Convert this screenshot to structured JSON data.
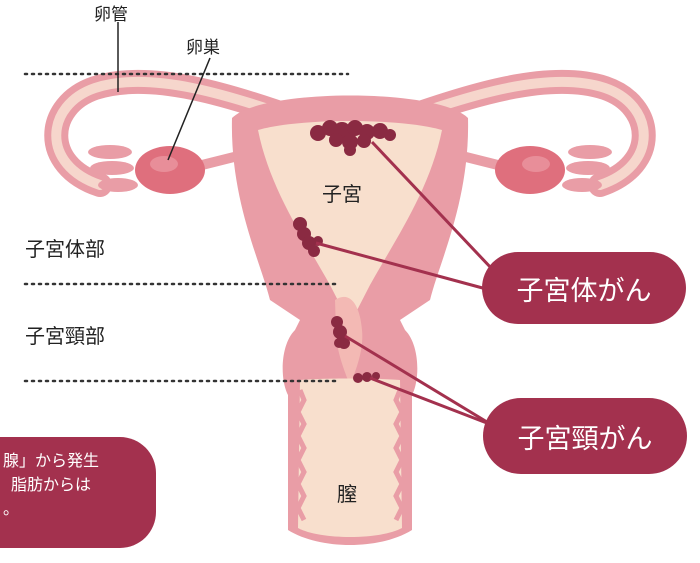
{
  "labels": {
    "fallopian_tube": "卵管",
    "ovary": "卵巣",
    "uterus": "子宮",
    "uterine_body": "子宮体部",
    "cervix": "子宮頸部",
    "vagina": "膣"
  },
  "callouts": {
    "endometrial_cancer": "子宮体がん",
    "cervical_cancer": "子宮頸がん"
  },
  "info_box": {
    "lines": [
      "腺」から発生",
      "脂肪からは",
      "。"
    ]
  },
  "colors": {
    "callout_fill": "#a3314e",
    "organ_muscle": "#e99da6",
    "organ_inner": "#f8dfcd",
    "tumor": "#8a2a42",
    "leader_line": "#a3314e",
    "dotted_line": "#333333"
  }
}
